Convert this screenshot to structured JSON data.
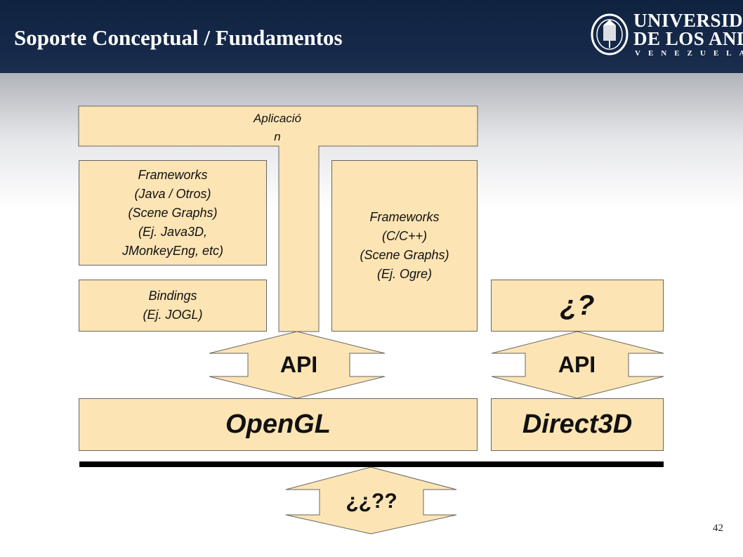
{
  "header": {
    "title": "Soporte Conceptual / Fundamentos",
    "logo": {
      "line1": "UNIVERSIDAD",
      "line2": "DE LOS ANDES",
      "line3": "VENEZUELA"
    }
  },
  "diagram": {
    "aplicacion": "Aplicació\nn",
    "frameworks_java": "Frameworks\n(Java / Otros)\n(Scene Graphs)\n(Ej. Java3D,\nJMonkeyEng, etc)",
    "frameworks_c": "Frameworks\n(C/C++)\n(Scene Graphs)\n(Ej. Ogre)",
    "bindings": "Bindings\n(Ej. JOGL)",
    "unknown_top": "¿?",
    "api_left": "API",
    "api_right": "API",
    "opengl": "OpenGL",
    "direct3d": "Direct3D",
    "unknown_bottom": "¿¿??"
  },
  "colors": {
    "box_fill": "#fce4b4",
    "header_bg": "#16294a",
    "border": "#666666"
  },
  "slide_number": "42"
}
